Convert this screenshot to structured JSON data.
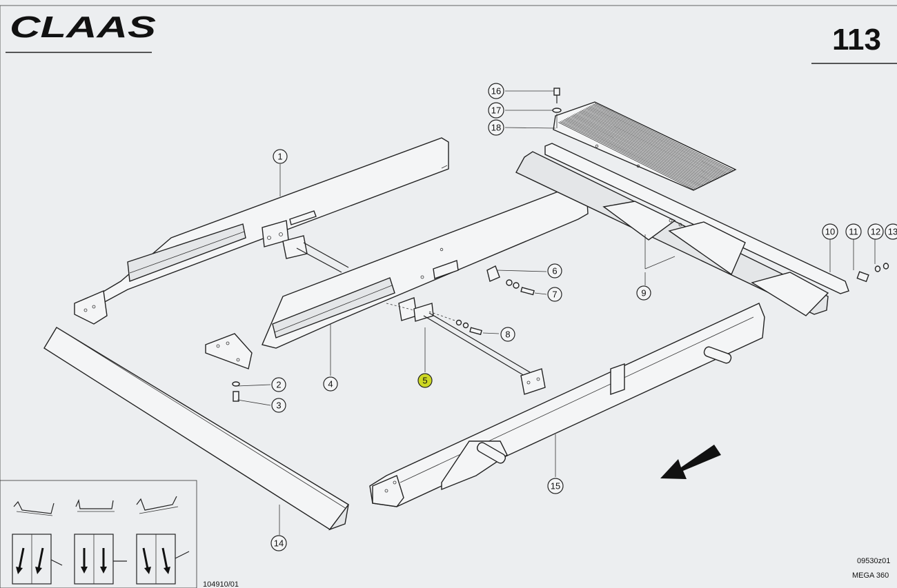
{
  "header": {
    "brand_logo": "CLAAS",
    "page_number": "113"
  },
  "footer": {
    "drawing_number": "104910/01",
    "doc_code": "09530z01",
    "model": "MEGA 360"
  },
  "callouts": [
    {
      "id": "c1",
      "label": "1",
      "name": "callout-1"
    },
    {
      "id": "c2",
      "label": "2",
      "name": "callout-2"
    },
    {
      "id": "c3",
      "label": "3",
      "name": "callout-3"
    },
    {
      "id": "c4",
      "label": "4",
      "name": "callout-4"
    },
    {
      "id": "c5",
      "label": "5",
      "name": "callout-5",
      "highlighted": true
    },
    {
      "id": "c6",
      "label": "6",
      "name": "callout-6"
    },
    {
      "id": "c7",
      "label": "7",
      "name": "callout-7"
    },
    {
      "id": "c8",
      "label": "8",
      "name": "callout-8"
    },
    {
      "id": "c9",
      "label": "9",
      "name": "callout-9"
    },
    {
      "id": "c10",
      "label": "10",
      "name": "callout-10"
    },
    {
      "id": "c11",
      "label": "11",
      "name": "callout-11"
    },
    {
      "id": "c12",
      "label": "12",
      "name": "callout-12"
    },
    {
      "id": "c13",
      "label": "13",
      "name": "callout-13"
    },
    {
      "id": "c14",
      "label": "14",
      "name": "callout-14"
    },
    {
      "id": "c15",
      "label": "15",
      "name": "callout-15"
    },
    {
      "id": "c16",
      "label": "16",
      "name": "callout-16"
    },
    {
      "id": "c17",
      "label": "17",
      "name": "callout-17"
    },
    {
      "id": "c18",
      "label": "18",
      "name": "callout-18"
    }
  ],
  "colors": {
    "background": "#eceef0",
    "line": "#222222",
    "highlight": "#c8d400"
  }
}
